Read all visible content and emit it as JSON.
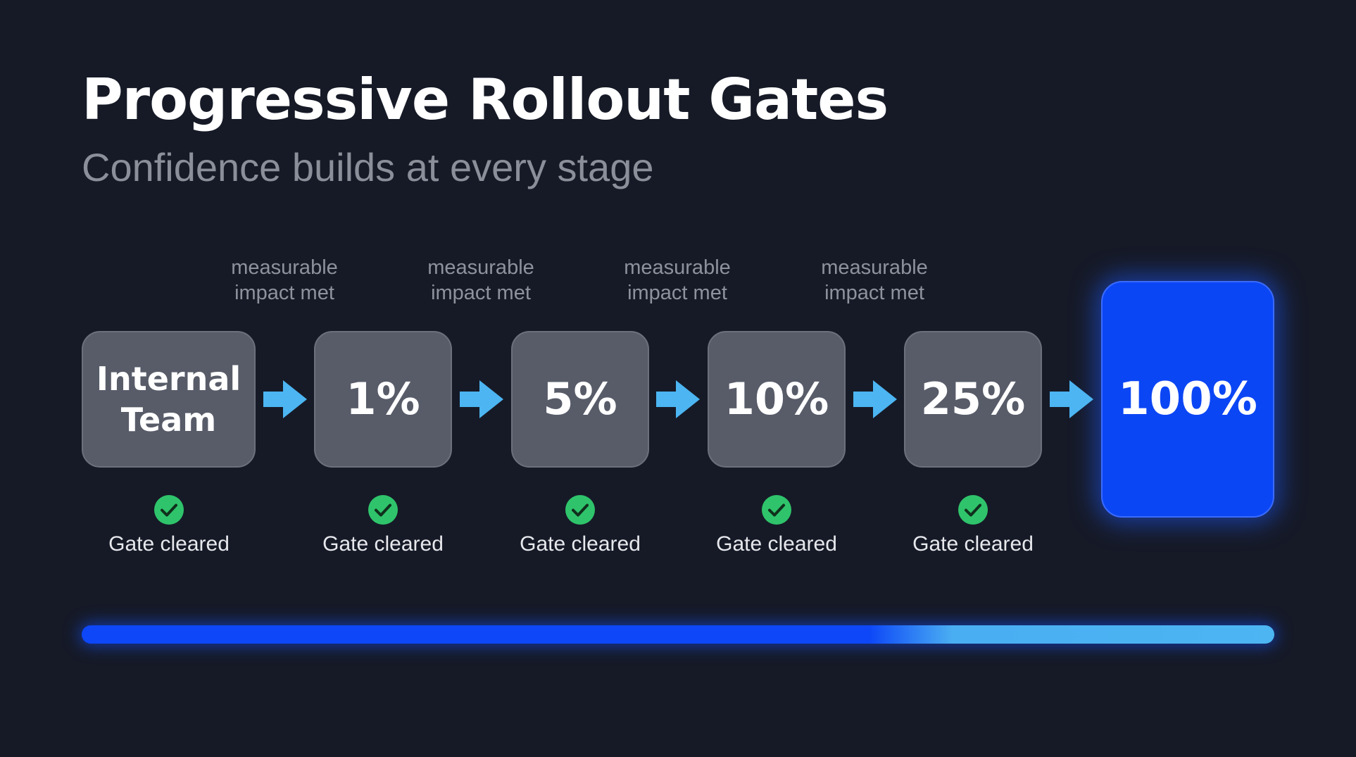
{
  "title": "Progressive Rollout Gates",
  "subtitle": "Confidence builds at every stage",
  "gate_labels": [
    {
      "line1": "measurable",
      "line2": "impact met"
    },
    {
      "line1": "measurable",
      "line2": "impact met"
    },
    {
      "line1": "measurable",
      "line2": "impact met"
    },
    {
      "line1": "measurable",
      "line2": "impact met"
    }
  ],
  "stages": [
    {
      "label_line1": "Internal",
      "label_line2": "Team",
      "status": "Gate cleared"
    },
    {
      "label": "1%",
      "status": "Gate cleared"
    },
    {
      "label": "5%",
      "status": "Gate cleared"
    },
    {
      "label": "10%",
      "status": "Gate cleared"
    },
    {
      "label": "25%",
      "status": "Gate cleared"
    },
    {
      "label": "100%"
    }
  ],
  "progress": {
    "fraction": 1.0
  },
  "colors": {
    "background": "#161a27",
    "stage": "#585c69",
    "final_stage": "#0b46f5",
    "arrow": "#4cb5f2",
    "check": "#2fc46b",
    "progress": "#0d47f7",
    "progress_end": "#4cb5f2"
  },
  "icons": {
    "arrow": "arrow-right-icon",
    "check": "check-circle-icon"
  }
}
